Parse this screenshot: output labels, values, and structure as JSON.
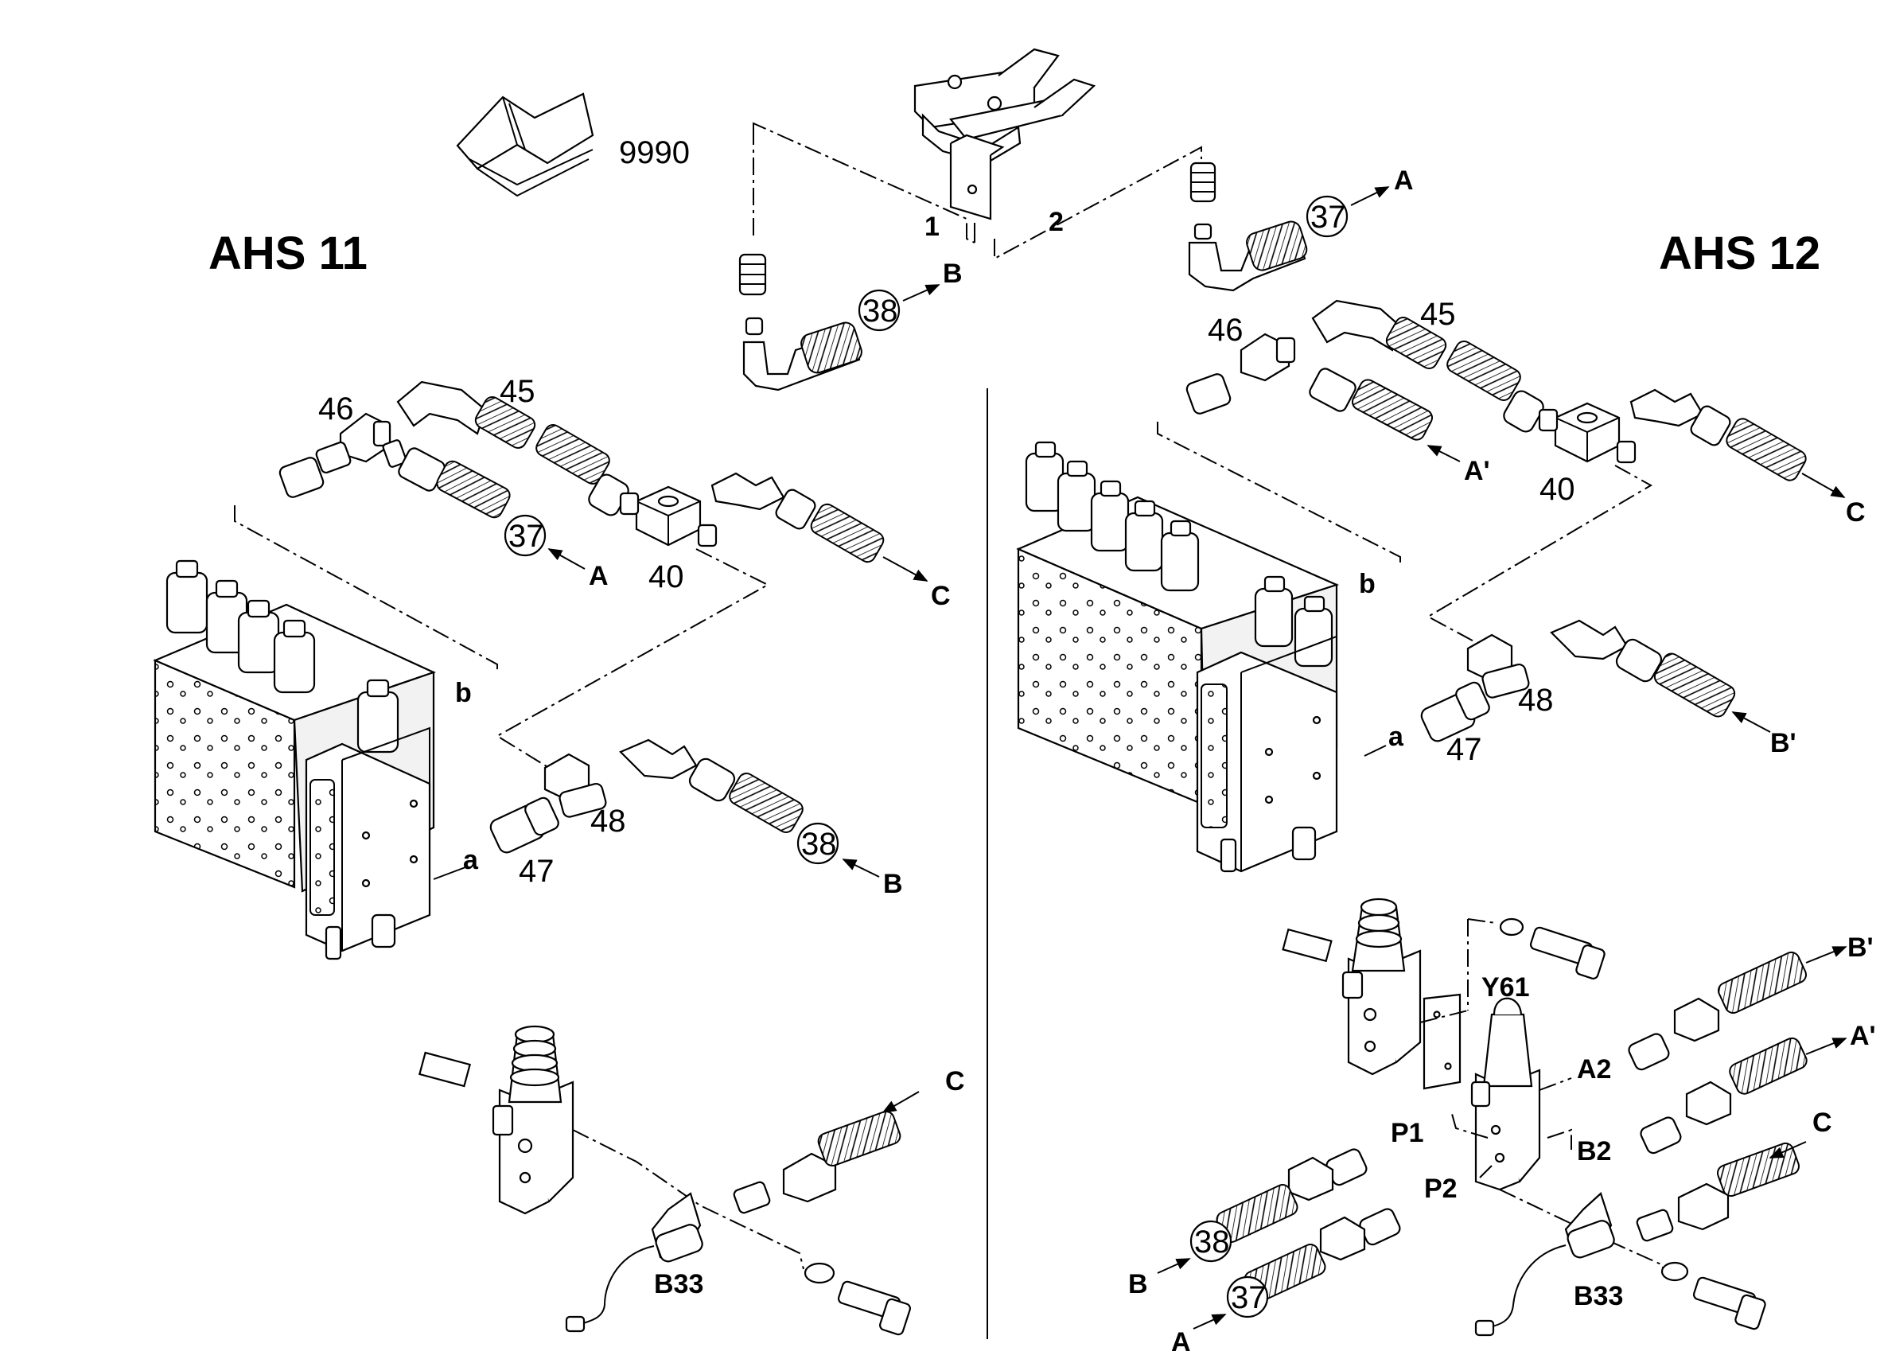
{
  "titles": {
    "left": "AHS 11",
    "right": "AHS 12"
  },
  "manual_ref": "9990",
  "callouts": {
    "c37": "37",
    "c38": "38"
  },
  "labels": {
    "n1": "1",
    "n2": "2",
    "n40": "40",
    "n45": "45",
    "n46": "46",
    "n47": "47",
    "n48": "48",
    "a": "a",
    "b": "b",
    "A": "A",
    "B": "B",
    "C": "C",
    "A_prime": "A'",
    "B_prime": "B'",
    "B33": "B33",
    "Y61": "Y61",
    "A2": "A2",
    "B2": "B2",
    "P1": "P1",
    "P2": "P2"
  }
}
